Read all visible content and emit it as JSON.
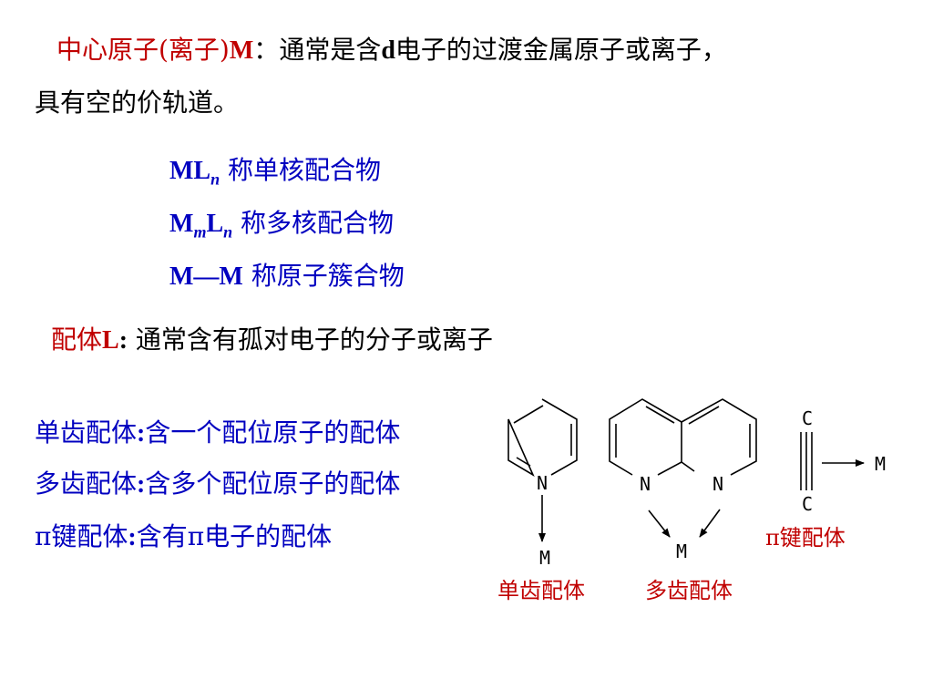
{
  "center_atom": {
    "label_cn": "中心原子(离子)",
    "label_sym": "M",
    "colon": "：",
    "desc_1": "通常是含",
    "desc_d": "d",
    "desc_2": "电子的过渡金属原子或离子，",
    "desc_line2": "具有空的价轨道。"
  },
  "complex_types": [
    {
      "base": "ML",
      "sub": "n",
      "desc": " 称单核配合物"
    },
    {
      "base1": "M",
      "sub1": "m",
      "base2": "L",
      "sub2": "n",
      "desc": " 称多核配合物"
    },
    {
      "base": "M—M",
      "desc": " 称原子簇合物"
    }
  ],
  "ligand": {
    "label_cn": "配体",
    "label_sym": "L",
    "colon": ":",
    "desc": " 通常含有孤对电子的分子或离子"
  },
  "ligand_types": [
    {
      "name": "单齿配体",
      "colon": ":",
      "desc": "含一个配位原子的配体"
    },
    {
      "name": "多齿配体",
      "colon": ":",
      "desc": "含多个配位原子的配体"
    },
    {
      "pi": "π",
      "name": "键配体",
      "colon": ":",
      "desc_1": "含有",
      "desc_pi": "π",
      "desc_2": "电子的配体"
    }
  ],
  "diagram": {
    "pyridine_atom": "N",
    "pyridine_metal": "M",
    "pyridine_caption": "单齿配体",
    "naphthyridine_atom_left": "N",
    "naphthyridine_atom_right": "N",
    "naphthyridine_metal": "M",
    "naphthyridine_caption": "多齿配体",
    "alkyne_top": "C",
    "alkyne_bottom": "C",
    "alkyne_metal": "M",
    "alkyne_caption_pi": "π",
    "alkyne_caption": "键配体"
  },
  "colors": {
    "heading_red": "#c00000",
    "text_blue": "#0000c0",
    "text_black": "#000000"
  }
}
